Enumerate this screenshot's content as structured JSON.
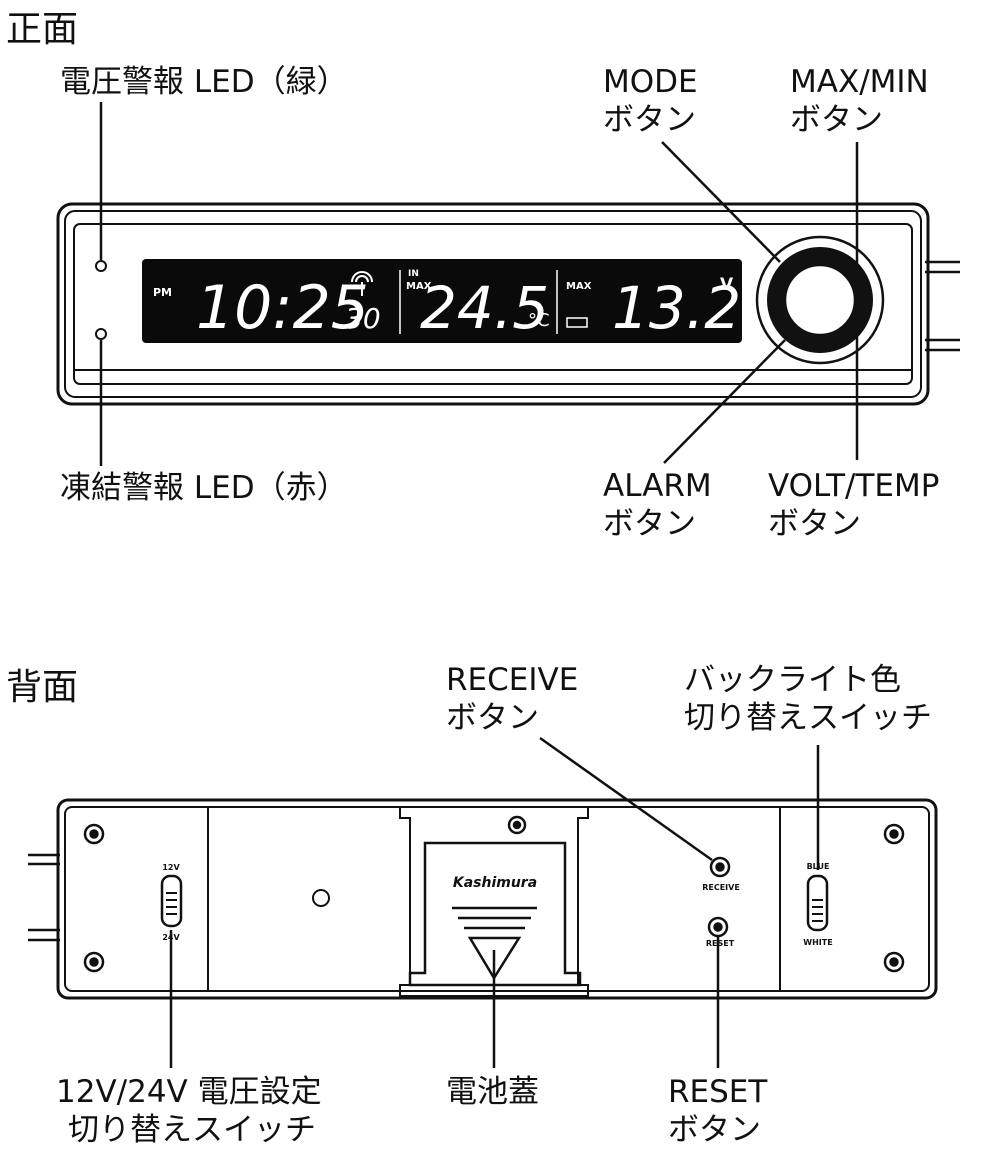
{
  "sections": {
    "front": "正面",
    "back": "背面"
  },
  "front_labels": {
    "led_green": "電圧警報 LED（緑）",
    "led_red": "凍結警報 LED（赤）",
    "mode_line1": "MODE",
    "mode_line2": "ボタン",
    "maxmin_line1": "MAX/MIN",
    "maxmin_line2": "ボタン",
    "alarm_line1": "ALARM",
    "alarm_line2": "ボタン",
    "volttemp_line1": "VOLT/TEMP",
    "volttemp_line2": "ボタン"
  },
  "display": {
    "pm": "PM",
    "time": "10:25",
    "seconds": "30",
    "temp_mode": "IN",
    "temp_max": "MAX",
    "temperature": "24.5",
    "temp_unit": "°C",
    "volt_max": "MAX",
    "voltage": "13.2",
    "volt_unit": "V"
  },
  "back_labels": {
    "receive_line1": "RECEIVE",
    "receive_line2": "ボタン",
    "backlight_line1": "バックライト色",
    "backlight_line2": "切り替えスイッチ",
    "voltage_line1": "12V/24V 電圧設定",
    "voltage_line2": "切り替えスイッチ",
    "battery_cover": "電池蓋",
    "reset_line1": "RESET",
    "reset_line2": "ボタン"
  },
  "back_device": {
    "brand": "Kashimura",
    "switch_top": "12V",
    "switch_bottom": "24V",
    "receive_tag": "RECEIVE",
    "reset_tag": "RESET",
    "color_top": "BLUE",
    "color_bottom": "WHITE"
  },
  "colors": {
    "ink": "#111111",
    "lcd": "#0a0a0a",
    "paper": "#ffffff"
  }
}
